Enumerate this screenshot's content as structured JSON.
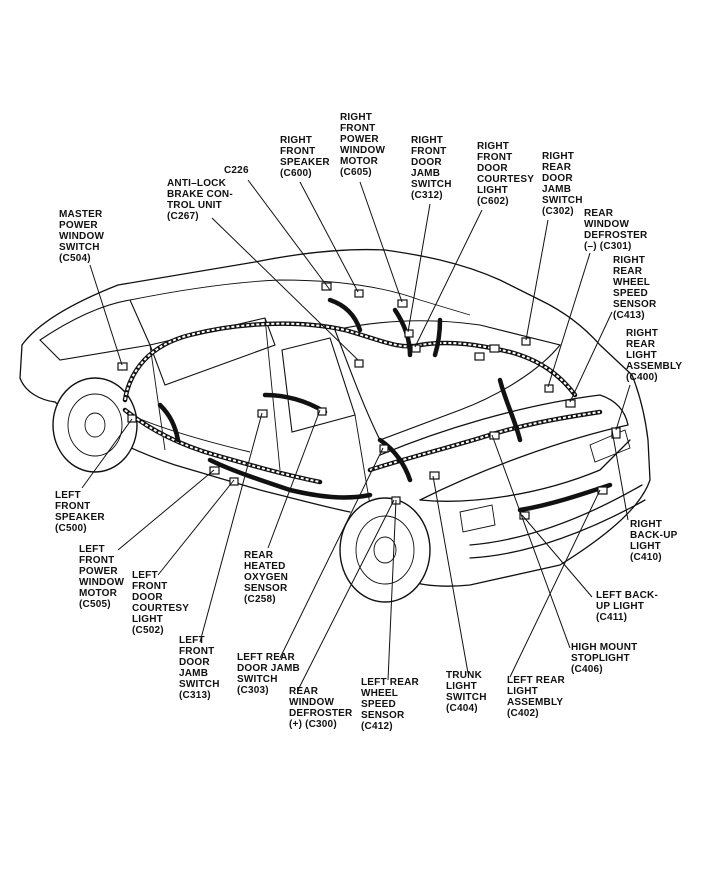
{
  "callouts": [
    {
      "id": "c226",
      "text": "C226"
    },
    {
      "id": "c600",
      "text": "RIGHT\nFRONT\nSPEAKER\n(C600)"
    },
    {
      "id": "c605",
      "text": "RIGHT\nFRONT\nPOWER\nWINDOW\nMOTOR\n(C605)"
    },
    {
      "id": "c312",
      "text": "RIGHT\nFRONT\nDOOR\nJAMB\nSWITCH\n(C312)"
    },
    {
      "id": "c602",
      "text": "RIGHT\nFRONT\nDOOR\nCOURTESY\nLIGHT\n(C602)"
    },
    {
      "id": "c302",
      "text": "RIGHT\nREAR\nDOOR\nJAMB\nSWITCH\n(C302)"
    },
    {
      "id": "c267",
      "text": "ANTI–LOCK\nBRAKE CON-\nTROL UNIT\n(C267)"
    },
    {
      "id": "c504",
      "text": "MASTER\nPOWER\nWINDOW\nSWITCH\n(C504)"
    },
    {
      "id": "c301",
      "text": "REAR\nWINDOW\nDEFROSTER\n(–) (C301)"
    },
    {
      "id": "c413",
      "text": "RIGHT\nREAR\nWHEEL\nSPEED\nSENSOR\n(C413)"
    },
    {
      "id": "c400",
      "text": "RIGHT\nREAR\nLIGHT\nASSEMBLY\n(C400)"
    },
    {
      "id": "c500",
      "text": "LEFT\nFRONT\nSPEAKER\n(C500)"
    },
    {
      "id": "c410",
      "text": "RIGHT\nBACK-UP\nLIGHT\n(C410)"
    },
    {
      "id": "c505",
      "text": "LEFT\nFRONT\nPOWER\nWINDOW\nMOTOR\n(C505)"
    },
    {
      "id": "c502",
      "text": "LEFT\nFRONT\nDOOR\nCOURTESY\nLIGHT\n(C502)"
    },
    {
      "id": "c258",
      "text": "REAR\nHEATED\nOXYGEN\nSENSOR\n(C258)"
    },
    {
      "id": "c411",
      "text": "LEFT BACK-\nUP LIGHT\n(C411)"
    },
    {
      "id": "c313",
      "text": "LEFT\nFRONT\nDOOR\nJAMB\nSWITCH\n(C313)"
    },
    {
      "id": "c406",
      "text": "HIGH MOUNT\nSTOPLIGHT\n(C406)"
    },
    {
      "id": "c303",
      "text": "LEFT REAR\nDOOR JAMB\nSWITCH\n(C303)"
    },
    {
      "id": "c300",
      "text": "REAR\nWINDOW\nDEFROSTER\n(+) (C300)"
    },
    {
      "id": "c412",
      "text": "LEFT REAR\nWHEEL\nSPEED\nSENSOR\n(C412)"
    },
    {
      "id": "c404",
      "text": "TRUNK\nLIGHT\nSWITCH\n(C404)"
    },
    {
      "id": "c402",
      "text": "LEFT REAR\nLIGHT\nASSEMBLY\n(C402)"
    }
  ],
  "colors": {
    "ink": "#111111",
    "paper": "#ffffff"
  }
}
